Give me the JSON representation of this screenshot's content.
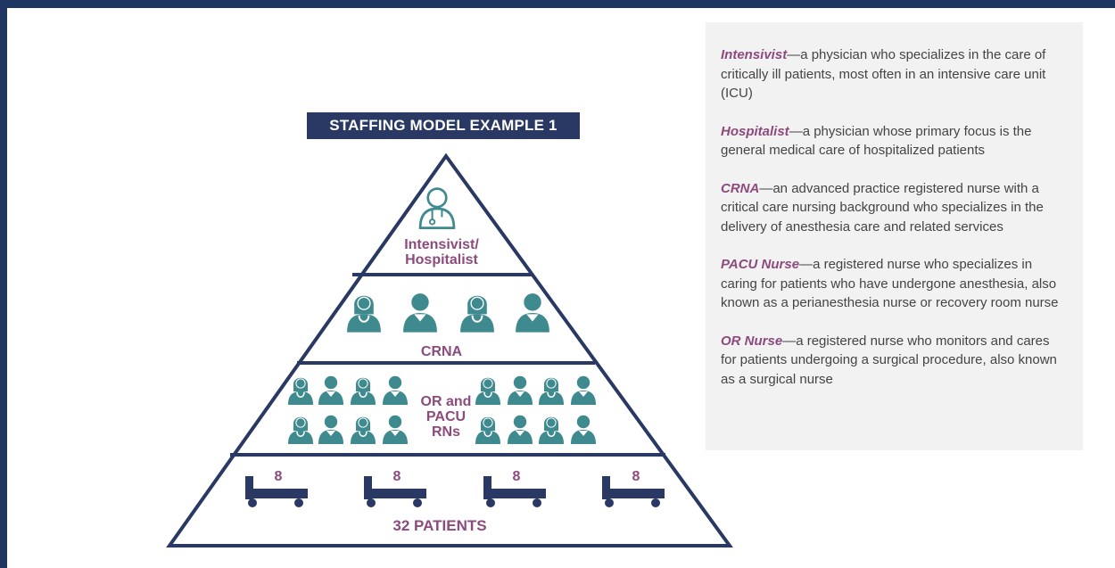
{
  "title": "STAFFING MODEL EXAMPLE 1",
  "tiers": {
    "top_line1": "Intensivist/",
    "top_line2": "Hospitalist",
    "crna": "CRNA",
    "rn_line1": "OR and",
    "rn_line2": "PACU",
    "rn_line3": "RNs",
    "base": "32 PATIENTS"
  },
  "beds": [
    "8",
    "8",
    "8",
    "8"
  ],
  "definitions": [
    {
      "term": "Intensivist",
      "text": "—a physician who specializes in the care of critically ill patients, most often in an intensive care unit (ICU)"
    },
    {
      "term": "Hospitalist",
      "text": "—a physician whose primary focus is the general medical care of hospitalized patients"
    },
    {
      "term": "CRNA",
      "text": "—an advanced practice registered nurse with a critical care nursing background who specializes in the delivery of anesthesia care and related services"
    },
    {
      "term": "PACU Nurse",
      "text": "—a registered nurse who specializes in caring for patients who have undergone anesthesia, also known as a perianesthesia nurse or recovery room nurse"
    },
    {
      "term": "OR Nurse",
      "text": "—a registered nurse who monitors and cares for patients undergoing a surgical procedure, also known as a surgical nurse"
    }
  ],
  "colors": {
    "navy": "#2a3963",
    "teal": "#3f8a8f",
    "plum": "#8c4a7d",
    "panel": "#f2f2f2",
    "frame": "#1f3561"
  },
  "icons": {
    "staff": "person-with-stethoscope-icon",
    "bed": "hospital-bed-icon"
  }
}
